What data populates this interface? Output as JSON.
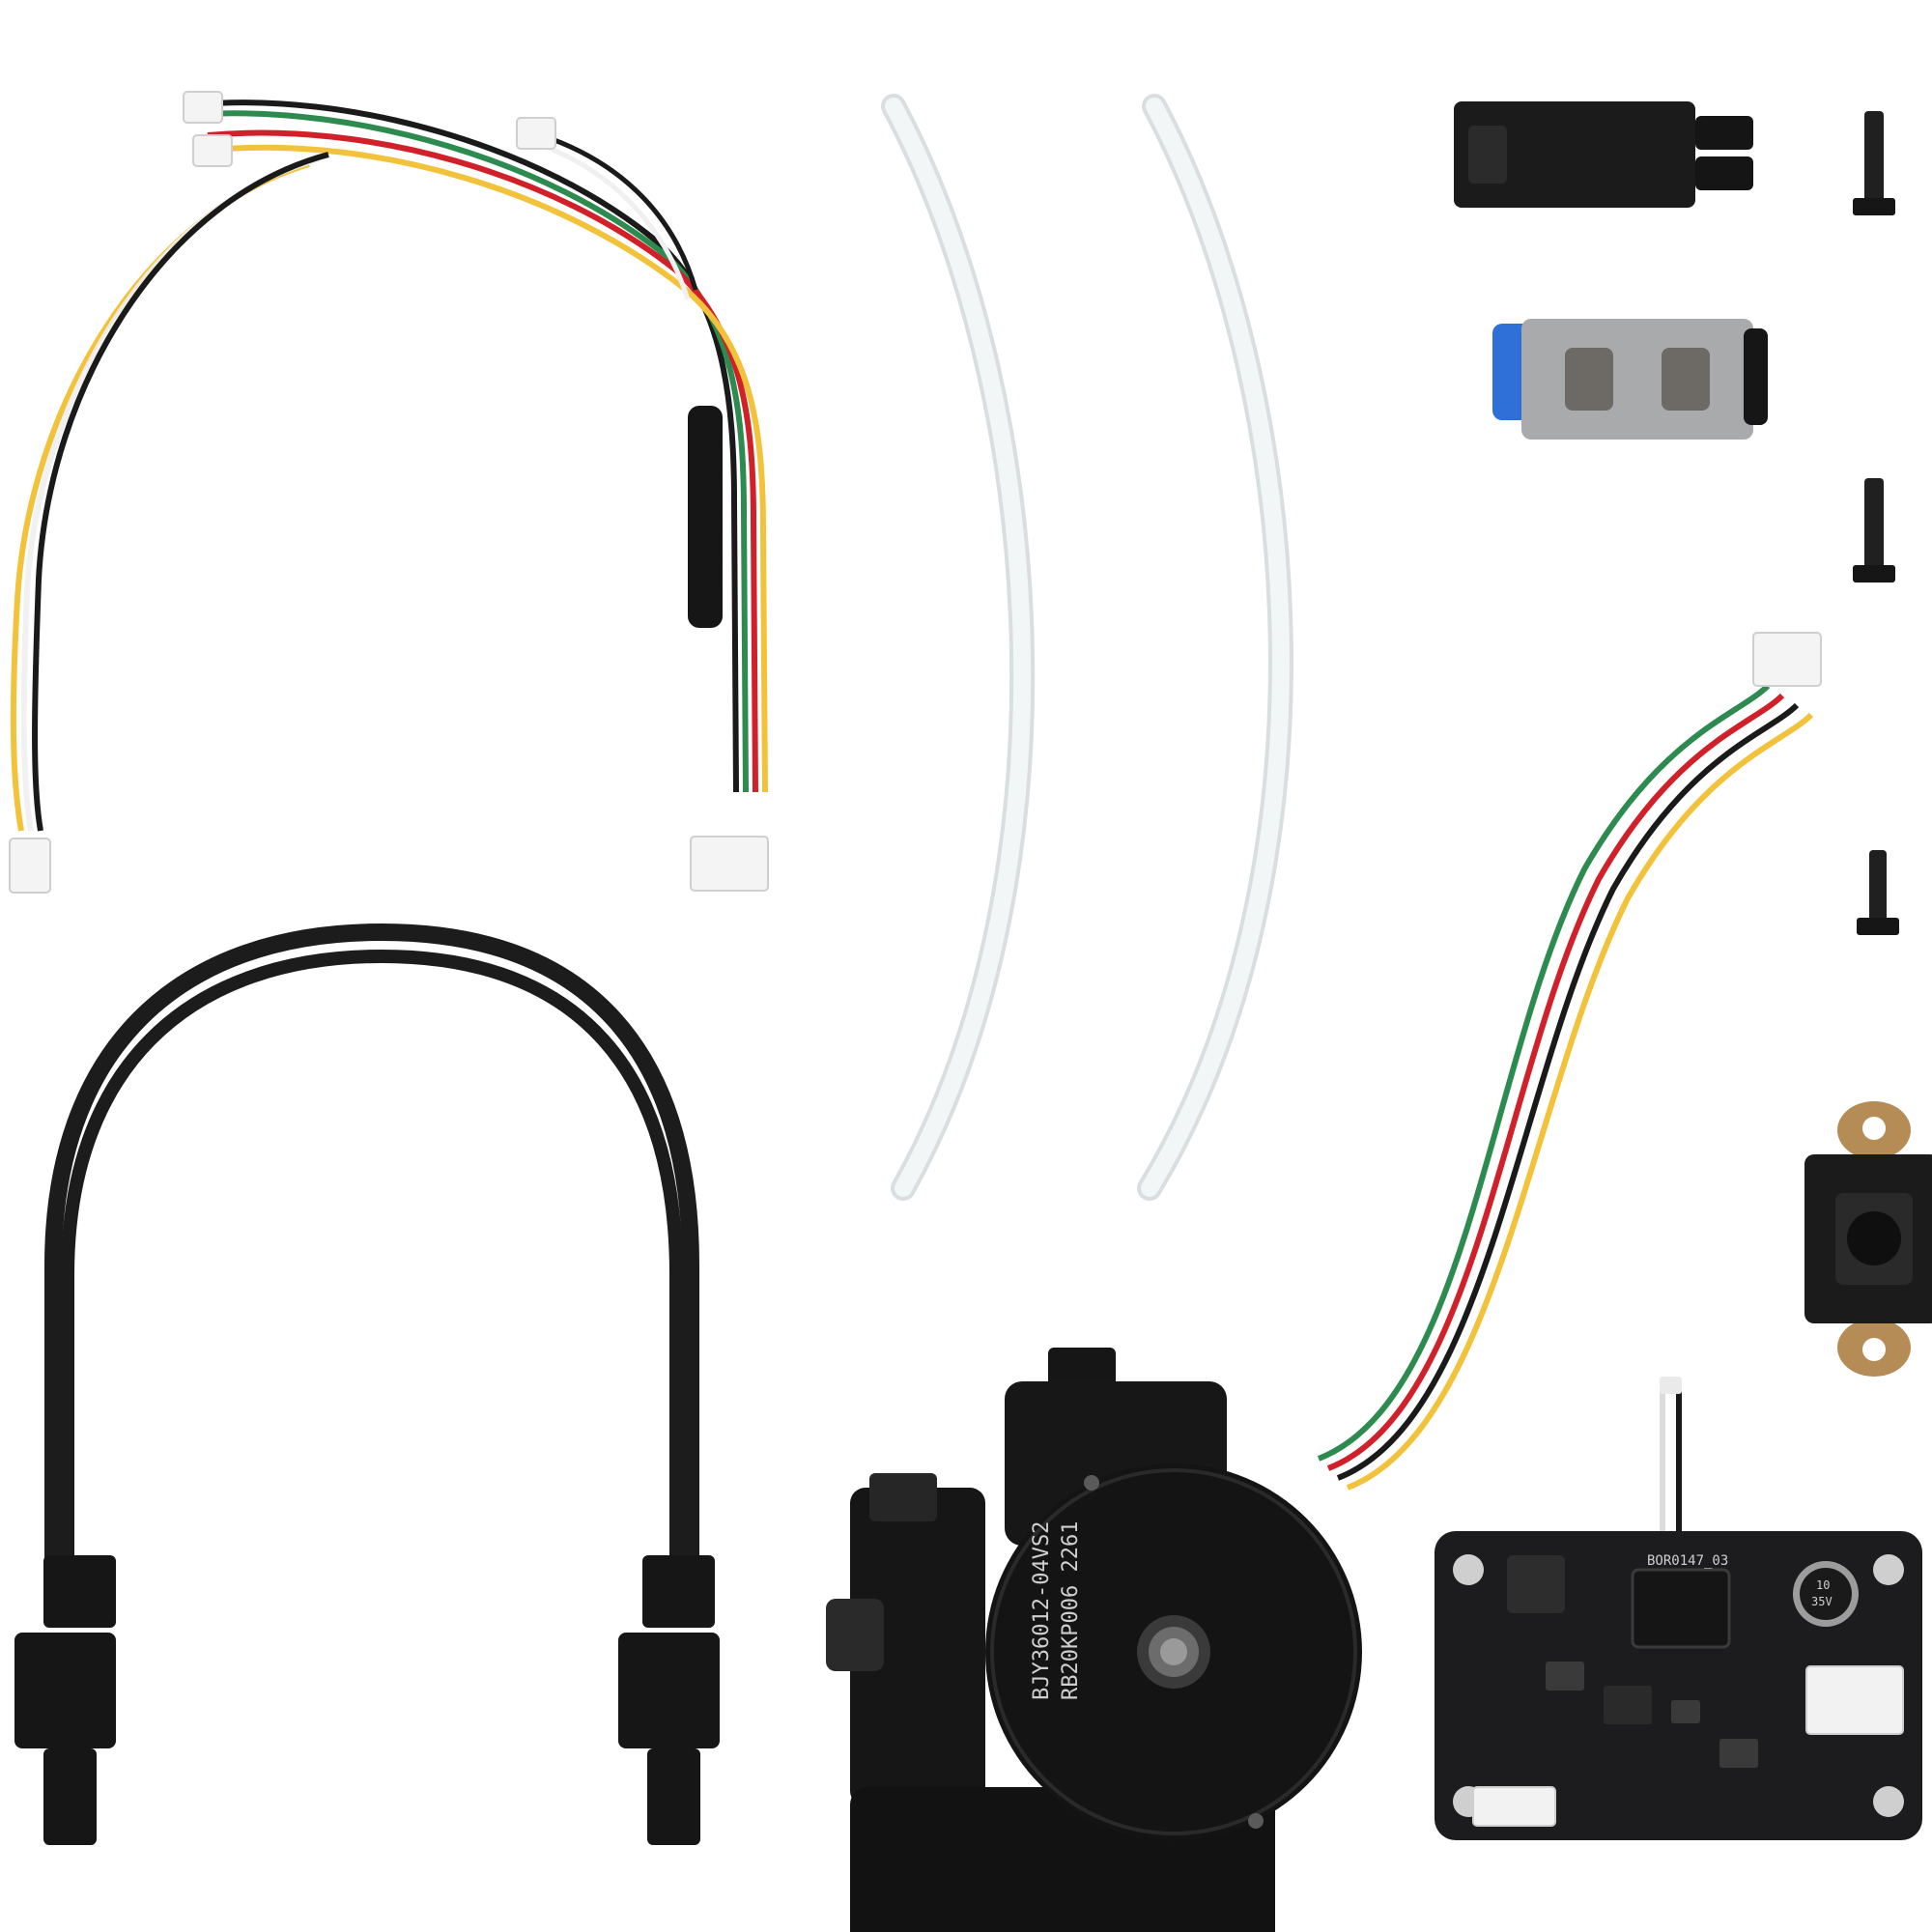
{
  "scene": {
    "background": "#ffffff",
    "motor_label_line1": "BJY36012-04VS2",
    "motor_label_line2": "RB20KP006 2261",
    "board_label": "BOR0147_03",
    "capacitor_label_line1": "10",
    "capacitor_label_line2": "35V"
  },
  "colors": {
    "wire_red": "#d0202a",
    "wire_yellow": "#f2c23a",
    "wire_green": "#2e8b4f",
    "wire_black": "#1a1a1a",
    "wire_white": "#f0f0f0",
    "tube": "#eef2f3",
    "black_part": "#161616",
    "pcb": "#1c1c1e",
    "brass": "#b58c55",
    "fitting_gray": "#a9aaab",
    "fitting_blue": "#2f6fd8"
  },
  "objects": [
    {
      "name": "sensor-wire-harness"
    },
    {
      "name": "ptfe-tube-left"
    },
    {
      "name": "ptfe-tube-right"
    },
    {
      "name": "black-connector-block"
    },
    {
      "name": "pneumatic-coupler"
    },
    {
      "name": "screw"
    },
    {
      "name": "black-power-cable"
    },
    {
      "name": "extruder-motor-assembly"
    },
    {
      "name": "tact-switch-module"
    },
    {
      "name": "control-pcb"
    }
  ]
}
